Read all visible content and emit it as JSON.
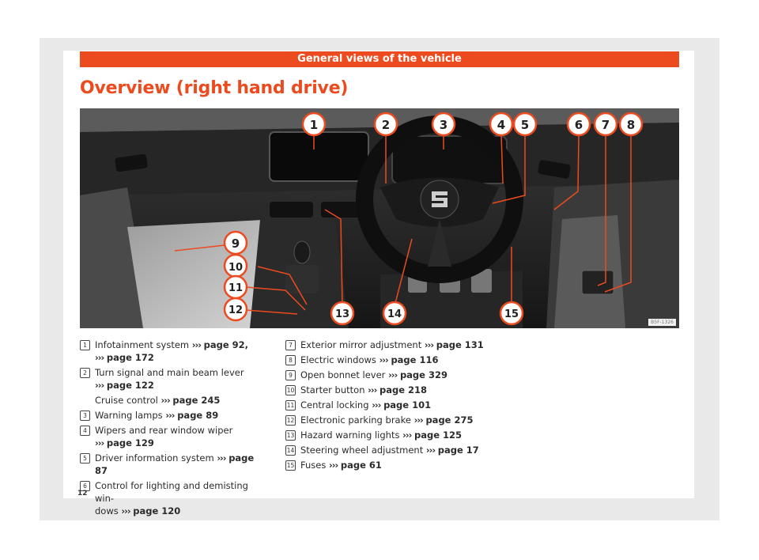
{
  "header": {
    "section": "General views of the vehicle",
    "title": "Overview (right hand drive)"
  },
  "image": {
    "code": "B5F-1326",
    "callouts": [
      "1",
      "2",
      "3",
      "4",
      "5",
      "6",
      "7",
      "8",
      "9",
      "10",
      "11",
      "12",
      "13",
      "14",
      "15"
    ],
    "callout_color": "#ec4b1f"
  },
  "items_left": [
    {
      "n": "1",
      "text": "Infotainment system",
      "refs": [
        "page 92,",
        "page 172"
      ]
    },
    {
      "n": "2",
      "text": "Turn signal and main beam lever",
      "refs": [
        "page 122"
      ],
      "sub": {
        "text": "Cruise control",
        "ref": "page 245"
      }
    },
    {
      "n": "3",
      "text": "Warning lamps",
      "refs": [
        "page 89"
      ]
    },
    {
      "n": "4",
      "text": "Wipers and rear window wiper",
      "refs": [
        "page 129"
      ]
    },
    {
      "n": "5",
      "text": "Driver information system",
      "refs": [
        "page 87"
      ]
    },
    {
      "n": "6",
      "text": "Control for lighting and demisting win-",
      "text2": "dows",
      "refs": [
        "page 120"
      ]
    }
  ],
  "items_right": [
    {
      "n": "7",
      "text": "Exterior mirror adjustment",
      "ref": "page 131"
    },
    {
      "n": "8",
      "text": "Electric windows",
      "ref": "page 116"
    },
    {
      "n": "9",
      "text": "Open bonnet lever",
      "ref": "page 329"
    },
    {
      "n": "10",
      "text": "Starter button",
      "ref": "page 218"
    },
    {
      "n": "11",
      "text": "Central locking",
      "ref": "page 101"
    },
    {
      "n": "12",
      "text": "Electronic parking brake",
      "ref": "page 275"
    },
    {
      "n": "13",
      "text": "Hazard warning lights",
      "ref": "page 125"
    },
    {
      "n": "14",
      "text": "Steering wheel adjustment",
      "ref": "page 17"
    },
    {
      "n": "15",
      "text": "Fuses",
      "ref": "page 61"
    }
  ],
  "arrow_glyph": "›››",
  "page_number": "12",
  "colors": {
    "accent": "#ec4b1f",
    "frame": "#e9e9e9"
  }
}
